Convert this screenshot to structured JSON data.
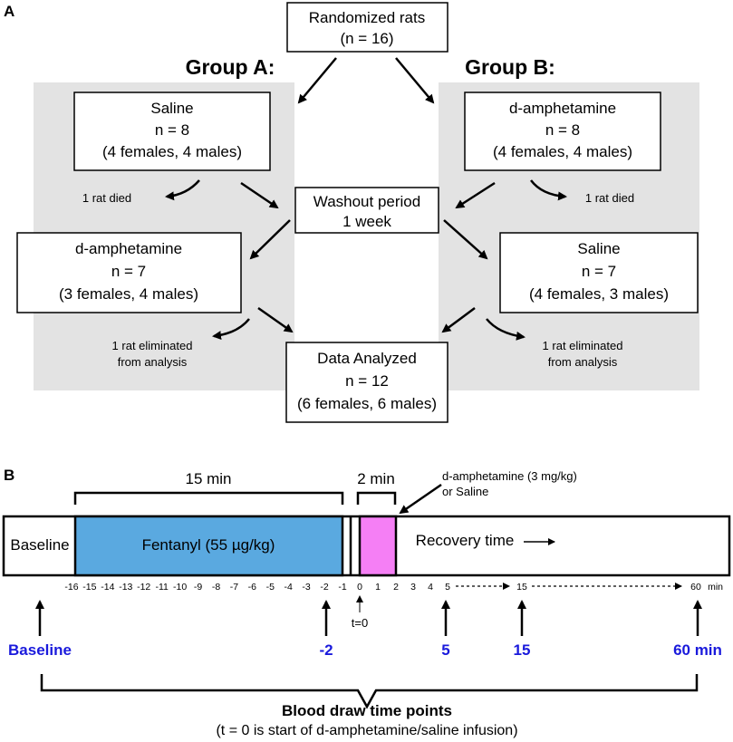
{
  "panel_a": {
    "label": "A",
    "randomized": {
      "line1": "Randomized rats",
      "line2": "(n = 16)"
    },
    "group_a": {
      "heading": "Group A:",
      "first": {
        "line1": "Saline",
        "line2": "n = 8",
        "line3": "(4 females, 4 males)"
      },
      "died_note": "1 rat died",
      "second": {
        "line1": "d-amphetamine",
        "line2": "n = 7",
        "line3": "(3 females, 4 males)"
      },
      "eliminated_note": {
        "line1": "1 rat eliminated",
        "line2": "from analysis"
      }
    },
    "group_b": {
      "heading": "Group B:",
      "first": {
        "line1": "d-amphetamine",
        "line2": "n = 8",
        "line3": "(4 females, 4 males)"
      },
      "died_note": "1 rat died",
      "second": {
        "line1": "Saline",
        "line2": "n = 7",
        "line3": "(4 females, 3 males)"
      },
      "eliminated_note": {
        "line1": "1 rat eliminated",
        "line2": "from analysis"
      }
    },
    "washout": {
      "line1": "Washout period",
      "line2": "1 week"
    },
    "analyzed": {
      "line1": "Data Analyzed",
      "line2": "n = 12",
      "line3": "(6 females, 6 males)"
    }
  },
  "panel_b": {
    "label": "B",
    "duration_fentanyl": "15 min",
    "duration_infusion": "2 min",
    "infusion_note": {
      "line1": "d-amphetamine (3 mg/kg)",
      "line2": "or Saline"
    },
    "segments": {
      "baseline": "Baseline",
      "fentanyl": "Fentanyl (55 µg/kg)",
      "recovery": "Recovery time"
    },
    "colors": {
      "fentanyl": "#5aa9e0",
      "infusion": "#f57ff5",
      "timepoint_text": "#1a1adc",
      "shading": "#e3e3e3"
    },
    "ticks": [
      "-16",
      "-15",
      "-14",
      "-13",
      "-12",
      "-11",
      "-10",
      "-9",
      "-8",
      "-7",
      "-6",
      "-5",
      "-4",
      "-3",
      "-2",
      "-1",
      "0",
      "1",
      "2",
      "3",
      "4",
      "5",
      "15",
      "60"
    ],
    "unit": "min",
    "t0_label": "t=0",
    "timepoints": [
      "Baseline",
      "-2",
      "5",
      "15",
      "60 min"
    ],
    "caption": {
      "title": "Blood draw time points",
      "subtitle": "(t = 0 is start of d-amphetamine/saline infusion)"
    }
  }
}
